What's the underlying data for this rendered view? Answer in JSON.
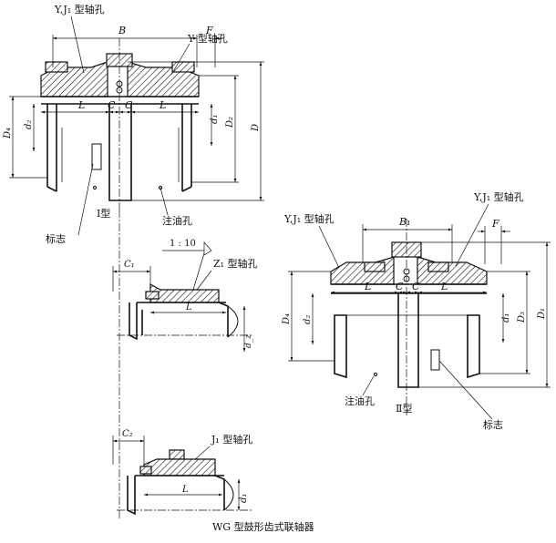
{
  "title": "WG 型鼓形齿式联轴器",
  "views": {
    "type1": {
      "label": "Ⅰ型",
      "bore_top_left": "Y,J₁ 型轴孔",
      "bore_top_right": "Y 型轴孔",
      "oil_hole": "注油孔",
      "mark": "标志",
      "dims": {
        "B": "B",
        "F": "F",
        "L": "L",
        "C": "C",
        "D4": "D₄",
        "d2": "d₂",
        "d1": "d₁",
        "D2": "D₂",
        "D": "D"
      }
    },
    "type2": {
      "label": "Ⅱ型",
      "bore_left": "Y,J₁ 型轴孔",
      "bore_right": "Y,J₁ 型轴孔",
      "oil_hole": "注油孔",
      "mark": "标志",
      "dims": {
        "B1": "B₁",
        "F": "F",
        "L": "L",
        "C": "C",
        "D4": "D₄",
        "d2": "d₂",
        "d1": "d₁",
        "D3": "D₃",
        "D1": "D₁"
      }
    },
    "z1_detail": {
      "taper": "1 : 10",
      "bore": "Z₁ 型轴孔",
      "dims": {
        "C1": "C₁",
        "L": "L",
        "dz": "d_z"
      }
    },
    "j1_detail": {
      "bore": "J₁ 型轴孔",
      "dims": {
        "C2": "C₂",
        "L": "L",
        "d1": "d₁"
      }
    }
  }
}
